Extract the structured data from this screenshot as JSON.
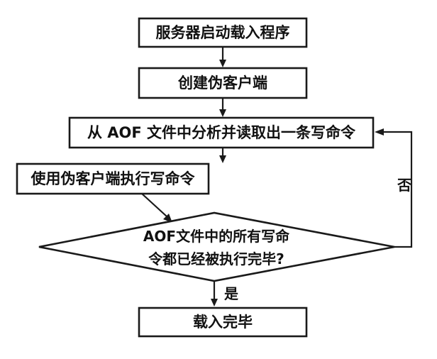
{
  "diagram": {
    "nodes": {
      "start": {
        "label": "服务器启动载入程序"
      },
      "create_client": {
        "label": "创建伪客户端"
      },
      "read_command": {
        "label": "从 AOF 文件中分析并读取出一条写命令"
      },
      "execute_command": {
        "label": "使用伪客户端执行写命令"
      },
      "decision": {
        "line1": "AOF文件中的所有写命",
        "line2": "令都已经被执行完毕?"
      },
      "done": {
        "label": "载入完毕"
      }
    },
    "edges": {
      "no_label": "否",
      "yes_label": "是"
    },
    "colors": {
      "stroke": "#1a1a1a",
      "fill": "#ffffff",
      "text": "#111111"
    }
  }
}
